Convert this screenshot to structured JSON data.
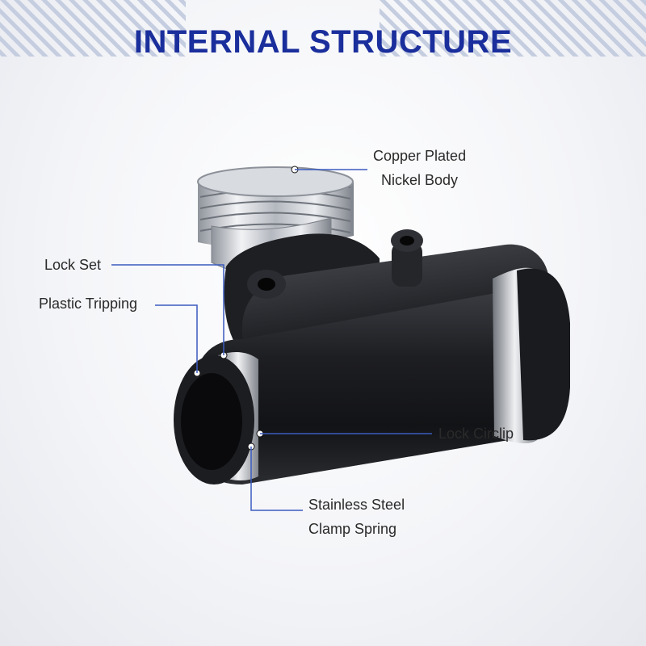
{
  "header": {
    "title": "INTERNAL STRUCTURE"
  },
  "colors": {
    "title": "#1a2e9c",
    "stripes": "#c5cde0",
    "leader_line": "#3b5bbf",
    "fitting_body": "#1b1c1f",
    "chrome": "#c9ccd2"
  },
  "callouts": {
    "copper_plated_nickel_body": {
      "line1": "Copper Plated",
      "line2": "Nickel Body"
    },
    "lock_set": "Lock Set",
    "plastic_tripping": "Plastic Tripping",
    "lock_circlip": "Lock Circlip",
    "stainless_steel_clamp_spring": {
      "line1": "Stainless Steel",
      "line2": "Clamp Spring"
    }
  }
}
